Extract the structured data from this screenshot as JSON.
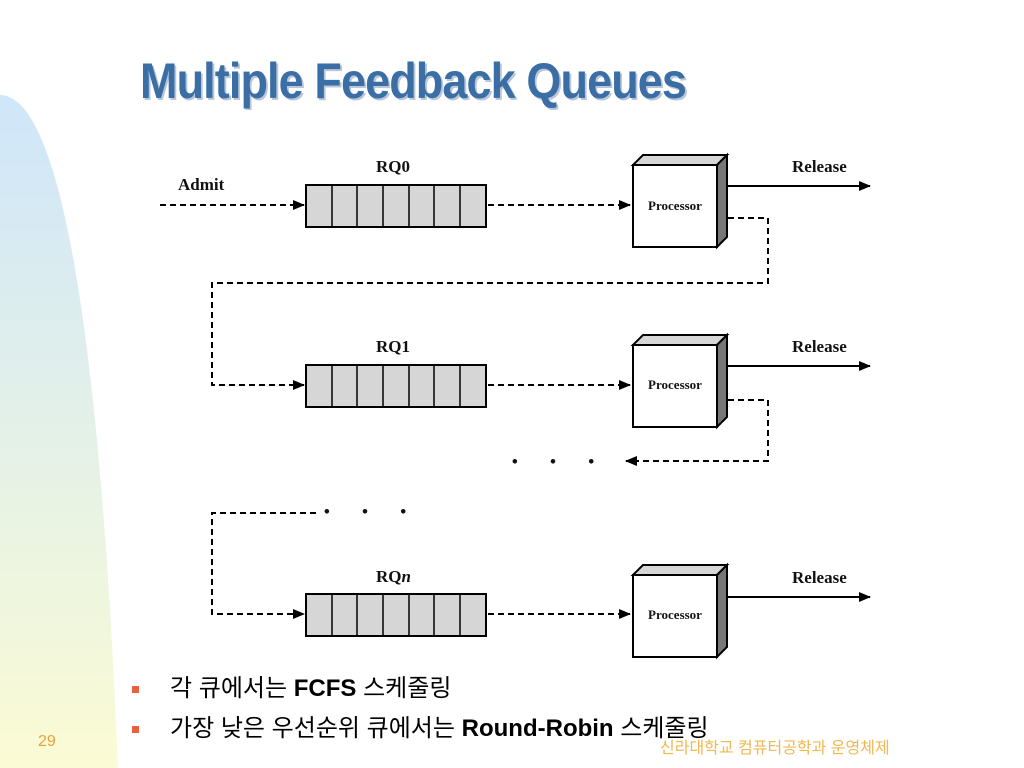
{
  "slide": {
    "title": "Multiple Feedback Queues",
    "page_number": "29",
    "footer": "신라대학교 컴퓨터공학과 운영체제",
    "colors": {
      "title": "#3a6ea5",
      "bullet_marker": "#e8623a",
      "page_number": "#e8a23a",
      "side_band_top": "#cfe6fa",
      "side_band_bottom": "#fbfbd4"
    }
  },
  "diagram": {
    "admit_label": "Admit",
    "queues": [
      {
        "label": "RQ0",
        "processor": "Processor",
        "release": "Release"
      },
      {
        "label": "RQ1",
        "processor": "Processor",
        "release": "Release"
      },
      {
        "label_prefix": "RQ",
        "label_suffix": "n",
        "processor": "Processor",
        "release": "Release"
      }
    ],
    "ellipsis": "• • •"
  },
  "bullets": [
    {
      "prefix": "각 큐에서는 ",
      "bold": "FCFS",
      "suffix": " 스케줄링"
    },
    {
      "prefix": "가장 낮은 우선순위 큐에서는 ",
      "bold": "Round-Robin",
      "suffix": " 스케줄링"
    }
  ]
}
